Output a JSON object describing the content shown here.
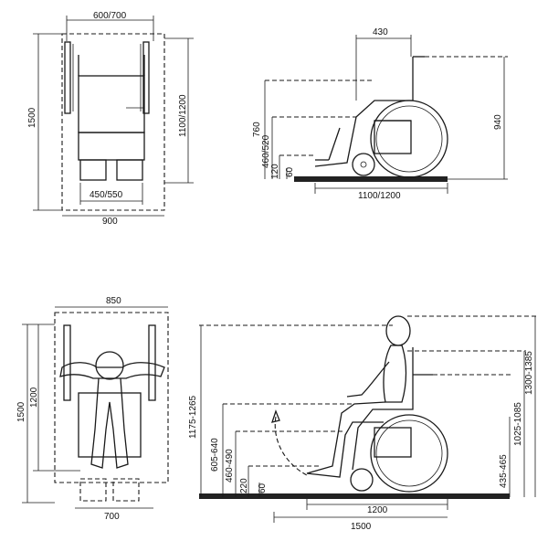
{
  "top_plan": {
    "width_label": "600/700",
    "length_label": "1500",
    "wheelbase_label": "1100/1200",
    "seat_label": "450/550",
    "outer_width_label": "900"
  },
  "top_side": {
    "top_width_label": "430",
    "height_label": "760",
    "seat_height_label": "460/520",
    "foot_label": "120",
    "ground_label": "60",
    "total_height_label": "940",
    "length_label": "1100/1200"
  },
  "bottom_plan": {
    "width_label": "850",
    "length_label": "1500",
    "inner_label": "1200",
    "bottom_label": "700"
  },
  "bottom_side": {
    "eye_label": "1175-1265",
    "shoulder_label": "605-640",
    "seat_label": "460-490",
    "knee_label": "220",
    "floor_label": "60",
    "right_a_label": "1025-1085",
    "right_b_label": "435-465",
    "right_c_label": "1300-1385",
    "length_a_label": "1200",
    "length_b_label": "1500"
  }
}
